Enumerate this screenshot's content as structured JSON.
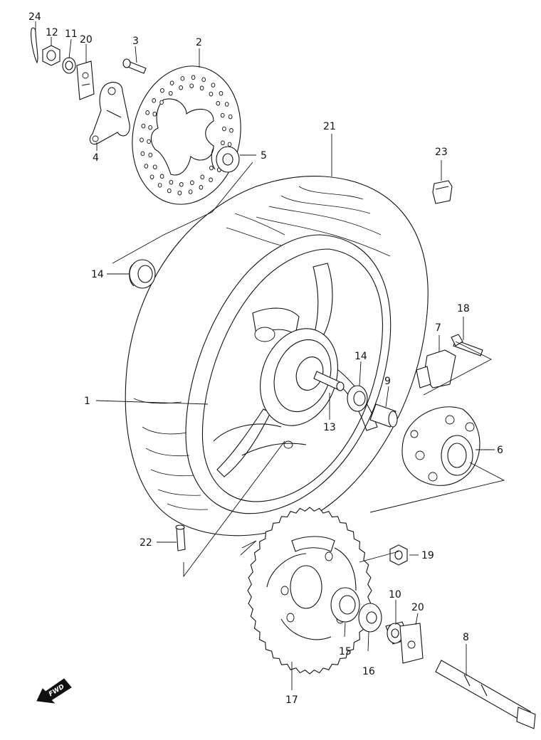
{
  "callouts": [
    "24",
    "12",
    "11",
    "20",
    "3",
    "2",
    "5",
    "4",
    "21",
    "23",
    "14",
    "18",
    "7",
    "1",
    "14",
    "9",
    "13",
    "6",
    "22",
    "19",
    "10",
    "20",
    "8",
    "15",
    "16",
    "17"
  ],
  "fwd_badge": "FWD"
}
